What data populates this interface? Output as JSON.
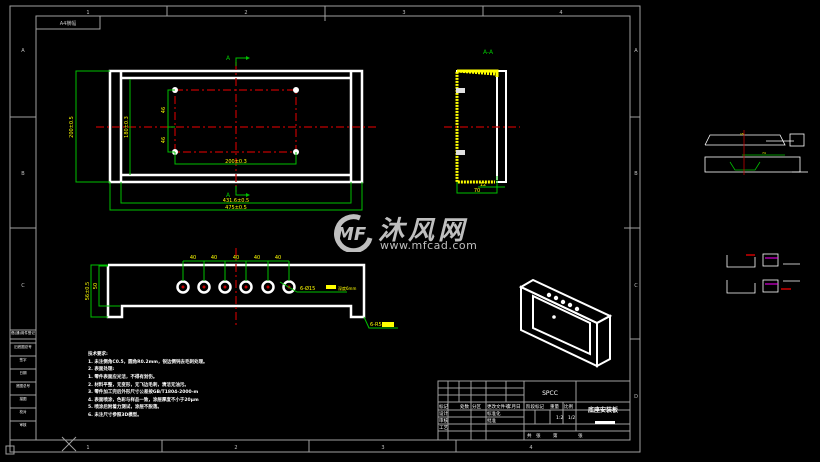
{
  "drawing": {
    "background": "#000000",
    "colors": {
      "frame": "#a0a0a0",
      "outline": "#ffffff",
      "dimension": "#00c000",
      "dim_text": "#ffff00",
      "centerline": "#c00000",
      "section": "#ffff00",
      "highlight": "#ff00ff"
    },
    "border": {
      "columns": [
        "1",
        "2",
        "3",
        "4"
      ],
      "rows": [
        "A",
        "B",
        "C",
        "D"
      ],
      "top_left_tag": "A4横幅"
    },
    "top_view": {
      "section_mark_top": "A",
      "section_mark_bottom": "A",
      "dims": {
        "hole_offset_upper": "46",
        "hole_offset_lower": "46",
        "hole_spacing": "200±0.3",
        "inner_height": "180±0.3",
        "outer_height": "200±0.5",
        "inner_width": "431.6±0.5",
        "outer_width": "475±0.5"
      }
    },
    "section_view": {
      "label": "A-A",
      "dims": {
        "flange_a": "12",
        "flange_b": "70"
      }
    },
    "front_view": {
      "hole_pitches": [
        "40",
        "40",
        "40",
        "40",
        "40"
      ],
      "height_total": "56±0.5",
      "height_inner": "50",
      "hole_callout": "6-Ø15",
      "hole_callout_detail": "深度6mm",
      "foot_callout": "6-R5"
    },
    "notes": {
      "title": "技术要求:",
      "lines": [
        "1. 未注倒角C0.5，圆角R0.2mm，锐边倒钝去毛刺处理。",
        "2. 表面处理:",
        "1. 零件表面应光洁，不得有划伤。",
        "2. 材料平整，无变形，无飞边毛刺，清洁无油污。",
        "3. 零件加工完后外形尺寸公差按GB/T1804-2000-m",
        "4. 表面喷涂，色彩与样品一致，涂层厚度不小于20μm",
        "5. 喷涂后附着力测试，涂层不脱落。",
        "6. 未注尺寸参照3D模型。"
      ]
    },
    "title_block": {
      "company": "SPCC",
      "part_name": "底座安装板",
      "scale": "1:2",
      "sheet": "1/2",
      "rows_left": [
        "标记",
        "处数",
        "分区",
        "更改文件号",
        "签名",
        "年月日"
      ],
      "roles": [
        "设计",
        "审核",
        "工艺",
        "标准化",
        "批准"
      ],
      "stage_labels": [
        "阶段标记",
        "重量",
        "比例"
      ],
      "footer": [
        "共",
        "张",
        "第",
        "张"
      ]
    },
    "side_strip": {
      "labels": [
        "借(通)用件登记",
        "旧底图总号",
        "签字",
        "日期",
        "底图总号",
        "描图",
        "校对",
        "审核"
      ]
    },
    "watermark": {
      "brand_cn": "沐风网",
      "url": "www.mfcad.com"
    }
  }
}
